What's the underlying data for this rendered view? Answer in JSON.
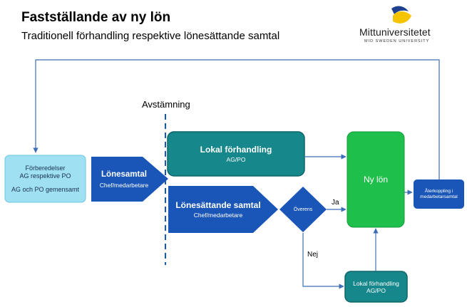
{
  "header": {
    "title": "Fastställande av ny lön",
    "subtitle": "Traditionell förhandling respektive lönesättande samtal"
  },
  "logo": {
    "name": "Mittuniversitetet",
    "tagline": "MID SWEDEN UNIVERSITY",
    "icon": "mittuniversitetet-logo-icon"
  },
  "diagram": {
    "divider_label": "Avstämning",
    "prep": {
      "line1": "Förberedelser",
      "line2": "AG respektive PO",
      "line3": "AG och PO gemensamt"
    },
    "salary_talk": {
      "title": "Lönesamtal",
      "sub": "Chef/medarbetare"
    },
    "local_negotiation": {
      "title": "Lokal förhandling",
      "sub": "AG/PO"
    },
    "salary_setting": {
      "title": "Lönesättande samtal",
      "sub": "Chef/medarbetare"
    },
    "agreement": "Överens",
    "yes_label": "Ja",
    "no_label": "Nej",
    "new_salary": "Ny lön",
    "feedback": {
      "line1": "Återkoppling i",
      "line2": "medarbetarsamtal"
    },
    "local_negotiation_small": {
      "title": "Lokal förhandling",
      "sub": "AG/PO"
    }
  },
  "colors": {
    "light_blue": "#9fe0f2",
    "dark_blue": "#1a56b8",
    "teal": "#16878a",
    "green": "#1fbf4c",
    "arrow": "#3c6fb5"
  }
}
